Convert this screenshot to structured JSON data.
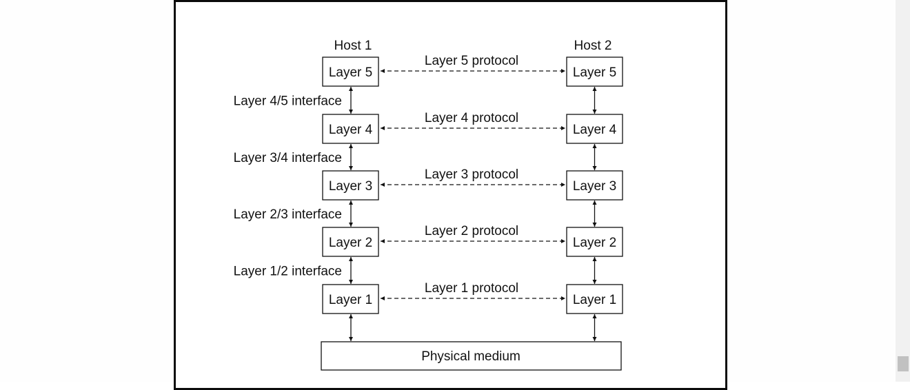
{
  "diagram": {
    "hosts": [
      {
        "label": "Host 1"
      },
      {
        "label": "Host 2"
      }
    ],
    "layers": [
      {
        "label": "Layer 5",
        "protocol": "Layer 5 protocol"
      },
      {
        "label": "Layer 4",
        "protocol": "Layer 4 protocol"
      },
      {
        "label": "Layer 3",
        "protocol": "Layer 3 protocol"
      },
      {
        "label": "Layer 2",
        "protocol": "Layer 2 protocol"
      },
      {
        "label": "Layer 1",
        "protocol": "Layer 1 protocol"
      }
    ],
    "interfaces": [
      "Layer 4/5 interface",
      "Layer 3/4 interface",
      "Layer 2/3 interface",
      "Layer 1/2 interface"
    ],
    "physical_medium": "Physical medium",
    "colors": {
      "stroke": "#111111",
      "frame": "#0b0b0b",
      "scroll_track": "#f1f1f1",
      "scroll_thumb": "#c1c1c1"
    }
  }
}
